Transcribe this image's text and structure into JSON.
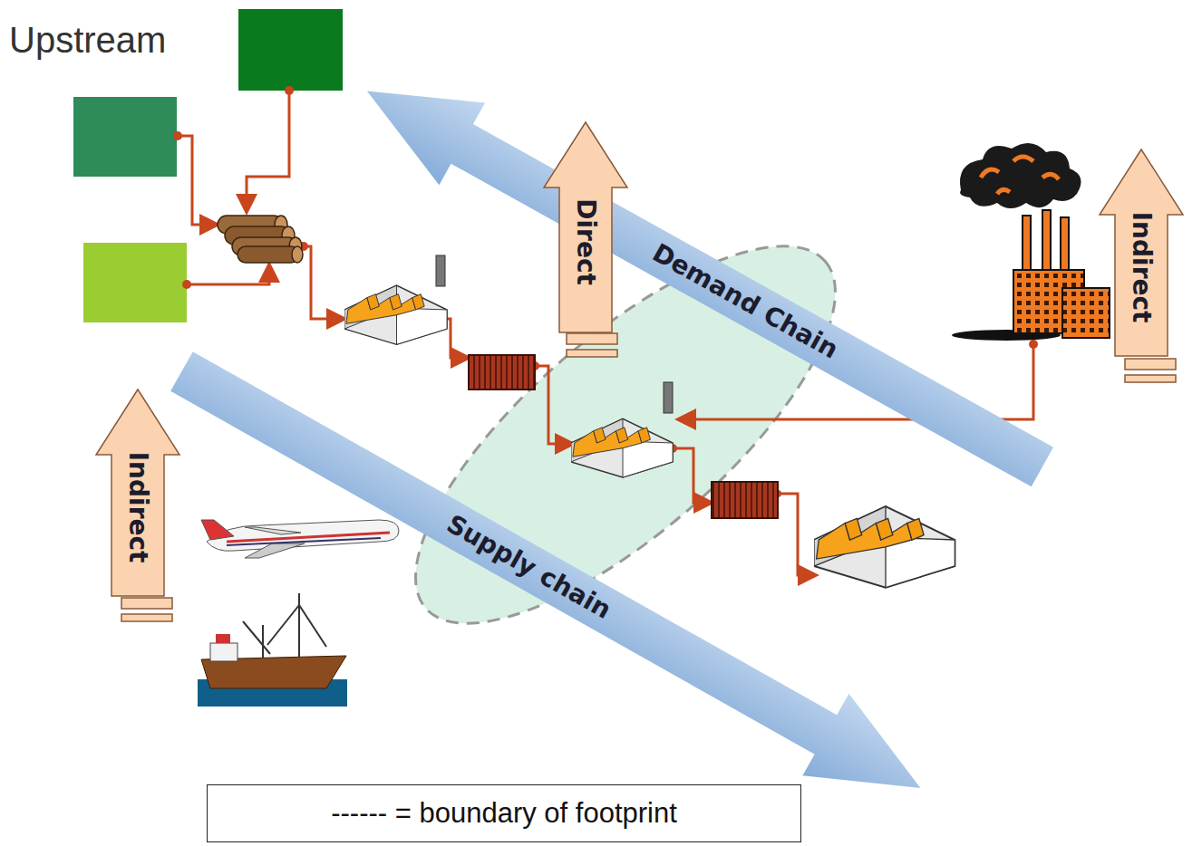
{
  "diagram": {
    "nodes": [
      {
        "text": [
          "Direct"
        ]
      },
      {
        "text": [
          "Demand Chain"
        ]
      },
      {
        "text": [
          "Indirect"
        ]
      },
      {
        "text": [
          "Supply chain"
        ]
      },
      {
        "text": [
          "Indirect"
        ]
      }
    ],
    "labels": [
      "Upstream"
    ],
    "legend": [
      {
        "text": "------ = boundary of footprint"
      }
    ]
  }
}
